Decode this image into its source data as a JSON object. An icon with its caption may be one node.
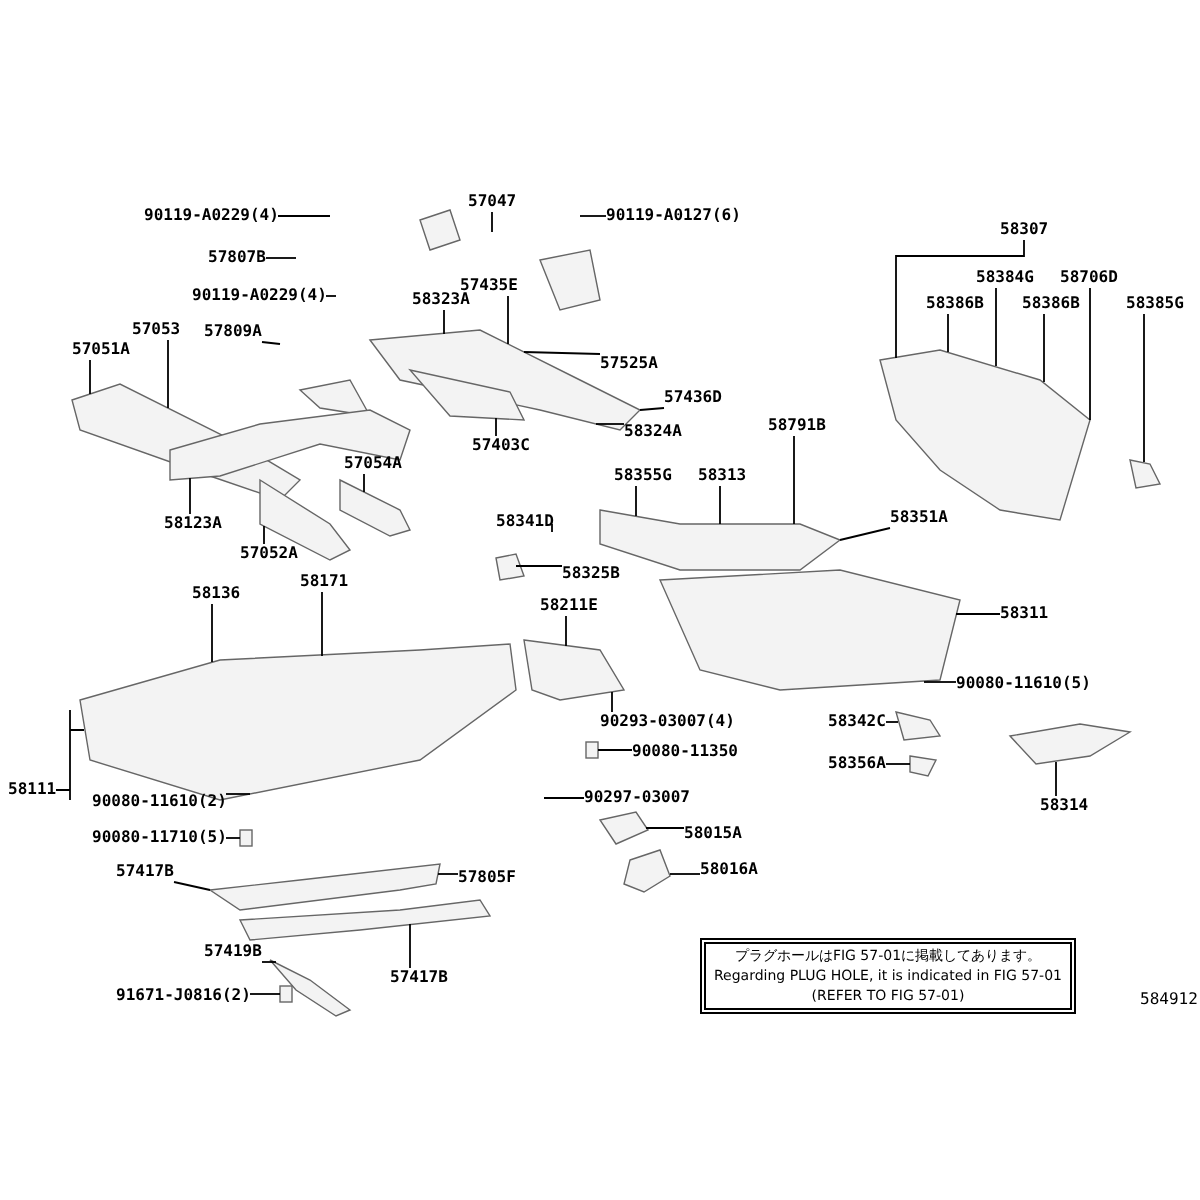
{
  "diagram": {
    "nodes": [
      {
        "text": [
          "90119-A0229(4)"
        ]
      },
      {
        "text": [
          "57807B"
        ]
      },
      {
        "text": [
          "90119-A0229(4)"
        ]
      },
      {
        "text": [
          "57809A"
        ]
      },
      {
        "text": [
          "57053"
        ]
      },
      {
        "text": [
          "57051A"
        ]
      },
      {
        "text": [
          "57047"
        ]
      },
      {
        "text": [
          "90119-A0127(6)"
        ]
      },
      {
        "text": [
          "57435E"
        ]
      },
      {
        "text": [
          "58323A"
        ]
      },
      {
        "text": [
          "57525A"
        ]
      },
      {
        "text": [
          "57436D"
        ]
      },
      {
        "text": [
          "58324A"
        ]
      },
      {
        "text": [
          "57403C"
        ]
      },
      {
        "text": [
          "57054A"
        ]
      },
      {
        "text": [
          "58123A"
        ]
      },
      {
        "text": [
          "57052A"
        ]
      },
      {
        "text": [
          "58307"
        ]
      },
      {
        "text": [
          "58384G"
        ]
      },
      {
        "text": [
          "58706D"
        ]
      },
      {
        "text": [
          "58386B"
        ]
      },
      {
        "text": [
          "58386B"
        ]
      },
      {
        "text": [
          "58385G"
        ]
      },
      {
        "text": [
          "58791B"
        ]
      },
      {
        "text": [
          "58355G"
        ]
      },
      {
        "text": [
          "58313"
        ]
      },
      {
        "text": [
          "58341D"
        ]
      },
      {
        "text": [
          "58351A"
        ]
      },
      {
        "text": [
          "58325B"
        ]
      },
      {
        "text": [
          "58136"
        ]
      },
      {
        "text": [
          "58171"
        ]
      },
      {
        "text": [
          "58211E"
        ]
      },
      {
        "text": [
          "58311"
        ]
      },
      {
        "text": [
          "90293-03007(4)"
        ]
      },
      {
        "text": [
          "90080-11610(5)"
        ]
      },
      {
        "text": [
          "58111"
        ]
      },
      {
        "text": [
          "90080-11610(2)"
        ]
      },
      {
        "text": [
          "90080-11350"
        ]
      },
      {
        "text": [
          "58342C"
        ]
      },
      {
        "text": [
          "90297-03007"
        ]
      },
      {
        "text": [
          "58356A"
        ]
      },
      {
        "text": [
          "58314"
        ]
      },
      {
        "text": [
          "90080-11710(5)"
        ]
      },
      {
        "text": [
          "58015A"
        ]
      },
      {
        "text": [
          "57417B"
        ]
      },
      {
        "text": [
          "57805F"
        ]
      },
      {
        "text": [
          "58016A"
        ]
      },
      {
        "text": [
          "57419B"
        ]
      },
      {
        "text": [
          "57417B"
        ]
      },
      {
        "text": [
          "91671-J0816(2)"
        ]
      },
      {
        "text": [
          "プラグホールはFIG 57-01に掲載してあります。",
          "Regarding PLUG HOLE, it is indicated in FIG 57-01",
          "(REFER TO FIG 57-01)"
        ]
      },
      {
        "text": [],
        "shape": "picture"
      },
      {
        "text": [],
        "shape": "picture"
      },
      {
        "text": [],
        "shape": "picture"
      },
      {
        "text": [],
        "shape": "picture"
      },
      {
        "text": [],
        "shape": "picture"
      },
      {
        "text": [],
        "shape": "picture"
      },
      {
        "text": [],
        "shape": "picture"
      },
      {
        "text": [],
        "shape": "picture"
      },
      {
        "text": [],
        "shape": "picture"
      },
      {
        "text": [],
        "shape": "picture"
      },
      {
        "text": [],
        "shape": "picture"
      },
      {
        "text": [],
        "shape": "picture"
      },
      {
        "text": [],
        "shape": "picture"
      },
      {
        "text": [],
        "shape": "picture"
      },
      {
        "text": [],
        "shape": "picture"
      },
      {
        "text": [],
        "shape": "picture"
      },
      {
        "text": [],
        "shape": "picture"
      },
      {
        "text": [],
        "shape": "picture"
      },
      {
        "text": [],
        "shape": "picture"
      },
      {
        "text": [],
        "shape": "picture"
      },
      {
        "text": [],
        "shape": "picture"
      },
      {
        "text": [],
        "shape": "picture"
      },
      {
        "text": [],
        "shape": "picture"
      },
      {
        "text": [],
        "shape": "box"
      },
      {
        "text": [],
        "shape": "picture"
      },
      {
        "text": [],
        "shape": "box"
      },
      {
        "text": [],
        "shape": "box"
      }
    ],
    "edges": [
      {
        "from": 0,
        "to": null,
        "arrow": "none"
      },
      {
        "from": 1,
        "to": null,
        "arrow": "none"
      },
      {
        "from": 2,
        "to": null,
        "arrow": "none"
      },
      {
        "from": 3,
        "to": null,
        "arrow": "none"
      },
      {
        "from": 4,
        "to": 55,
        "arrow": "none"
      },
      {
        "from": 5,
        "to": 55,
        "arrow": "none"
      },
      {
        "from": 6,
        "to": null,
        "arrow": "none"
      },
      {
        "from": 7,
        "to": null,
        "arrow": "none"
      },
      {
        "from": 8,
        "to": 53,
        "arrow": "none"
      },
      {
        "from": 9,
        "to": 53,
        "arrow": "none"
      },
      {
        "from": 10,
        "to": 53,
        "arrow": "none"
      },
      {
        "from": 11,
        "to": 53,
        "arrow": "none"
      },
      {
        "from": 12,
        "to": 53,
        "arrow": "none"
      },
      {
        "from": 13,
        "to": 57,
        "arrow": "none"
      },
      {
        "from": 14,
        "to": 61,
        "arrow": "none"
      },
      {
        "from": 15,
        "to": 58,
        "arrow": "none"
      },
      {
        "from": 16,
        "to": 60,
        "arrow": "none"
      },
      {
        "from": 17,
        "to": 54,
        "arrow": "none"
      },
      {
        "from": 18,
        "to": 54,
        "arrow": "none"
      },
      {
        "from": 19,
        "to": 54,
        "arrow": "none"
      },
      {
        "from": 20,
        "to": 54,
        "arrow": "none"
      },
      {
        "from": 21,
        "to": 54,
        "arrow": "none"
      },
      {
        "from": 22,
        "to": 59,
        "arrow": "none"
      },
      {
        "from": 23,
        "to": 62,
        "arrow": "none"
      },
      {
        "from": 24,
        "to": 62,
        "arrow": "none"
      },
      {
        "from": 25,
        "to": 62,
        "arrow": "none"
      },
      {
        "from": 26,
        "to": null,
        "arrow": "none"
      },
      {
        "from": 27,
        "to": 62,
        "arrow": "none"
      },
      {
        "from": 28,
        "to": 75,
        "arrow": "none"
      },
      {
        "from": 29,
        "to": 64,
        "arrow": "none"
      },
      {
        "from": 30,
        "to": 64,
        "arrow": "none"
      },
      {
        "from": 31,
        "to": 65,
        "arrow": "none"
      },
      {
        "from": 32,
        "to": 63,
        "arrow": "none"
      },
      {
        "from": 33,
        "to": 65,
        "arrow": "none"
      },
      {
        "from": 34,
        "to": 63,
        "arrow": "none"
      },
      {
        "from": 35,
        "to": 64,
        "arrow": "none"
      },
      {
        "from": 36,
        "to": 64,
        "arrow": "none"
      },
      {
        "from": 37,
        "to": 76,
        "arrow": "none"
      },
      {
        "from": 38,
        "to": 66,
        "arrow": "none"
      },
      {
        "from": 39,
        "to": null,
        "arrow": "none"
      },
      {
        "from": 40,
        "to": 68,
        "arrow": "none"
      },
      {
        "from": 41,
        "to": 67,
        "arrow": "none"
      },
      {
        "from": 42,
        "to": 77,
        "arrow": "none"
      },
      {
        "from": 43,
        "to": 69,
        "arrow": "none"
      },
      {
        "from": 44,
        "to": 70,
        "arrow": "none"
      },
      {
        "from": 45,
        "to": 70,
        "arrow": "none"
      },
      {
        "from": 46,
        "to": 71,
        "arrow": "none"
      },
      {
        "from": 47,
        "to": 73,
        "arrow": "none"
      },
      {
        "from": 48,
        "to": 72,
        "arrow": "none"
      },
      {
        "from": 49,
        "to": 74,
        "arrow": "none"
      }
    ],
    "labels": [
      "584912"
    ]
  }
}
